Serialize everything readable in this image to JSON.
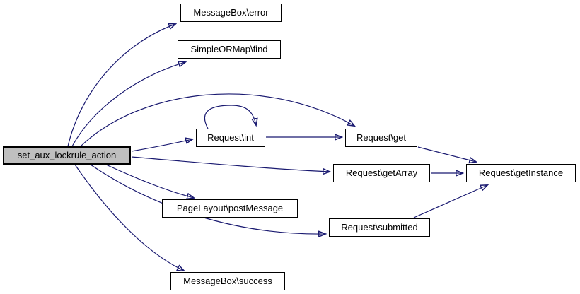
{
  "diagram": {
    "type": "call-graph",
    "colors": {
      "edge": "#191970",
      "node_fill": "#ffffff",
      "node_border": "#000000",
      "root_fill": "#bfbfbf"
    },
    "nodes": [
      {
        "label": "set_aux_lockrule_action",
        "root": true
      },
      {
        "label": "MessageBox\\error"
      },
      {
        "label": "SimpleORMap\\find"
      },
      {
        "label": "Request\\int"
      },
      {
        "label": "Request\\get"
      },
      {
        "label": "Request\\getArray"
      },
      {
        "label": "Request\\getInstance"
      },
      {
        "label": "PageLayout\\postMessage"
      },
      {
        "label": "Request\\submitted"
      },
      {
        "label": "MessageBox\\success"
      }
    ],
    "edges": [
      {
        "from": "set_aux_lockrule_action",
        "to": "MessageBox\\error"
      },
      {
        "from": "set_aux_lockrule_action",
        "to": "SimpleORMap\\find"
      },
      {
        "from": "set_aux_lockrule_action",
        "to": "Request\\get"
      },
      {
        "from": "set_aux_lockrule_action",
        "to": "Request\\int"
      },
      {
        "from": "set_aux_lockrule_action",
        "to": "Request\\getArray"
      },
      {
        "from": "set_aux_lockrule_action",
        "to": "PageLayout\\postMessage"
      },
      {
        "from": "set_aux_lockrule_action",
        "to": "Request\\submitted"
      },
      {
        "from": "set_aux_lockrule_action",
        "to": "MessageBox\\success"
      },
      {
        "from": "Request\\int",
        "to": "Request\\int"
      },
      {
        "from": "Request\\int",
        "to": "Request\\get"
      },
      {
        "from": "Request\\get",
        "to": "Request\\getInstance"
      },
      {
        "from": "Request\\getArray",
        "to": "Request\\getInstance"
      },
      {
        "from": "Request\\submitted",
        "to": "Request\\getInstance"
      }
    ]
  }
}
